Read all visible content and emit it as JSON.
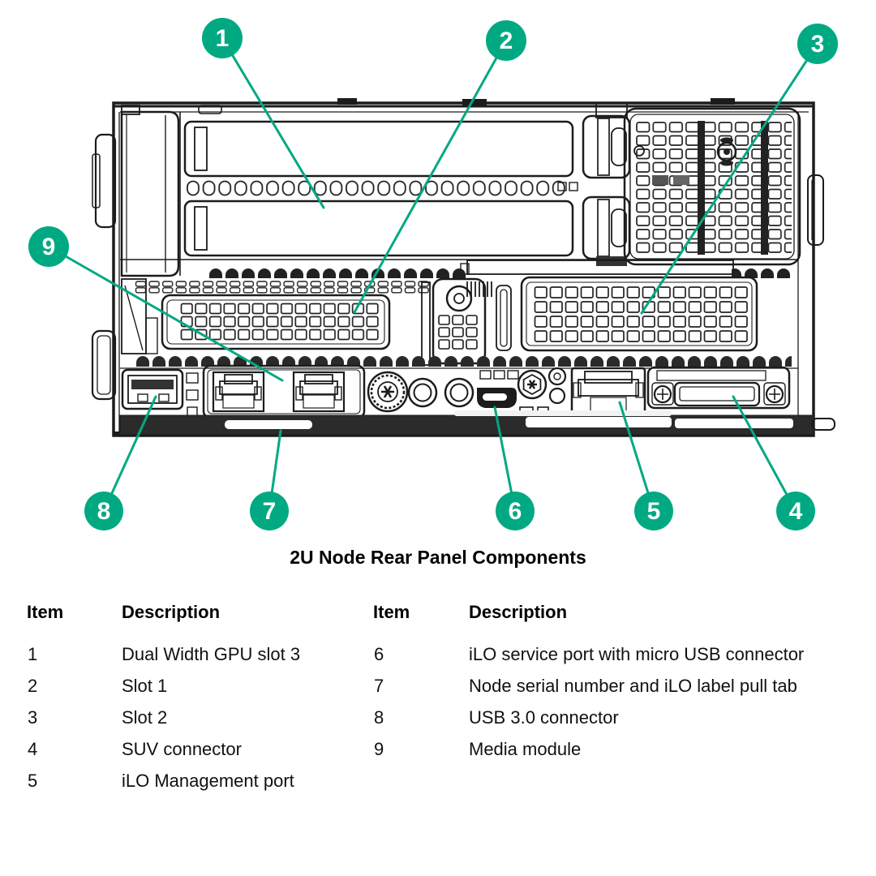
{
  "figure": {
    "title": "2U Node Rear Panel Components",
    "accent_color": "#01A982",
    "callouts": [
      "1",
      "2",
      "3",
      "4",
      "5",
      "6",
      "7",
      "8",
      "9"
    ]
  },
  "table": {
    "headers": {
      "item_left": "Item",
      "desc_left": "Description",
      "item_right": "Item",
      "desc_right": "Description"
    },
    "left_rows": [
      {
        "item": "1",
        "desc": "Dual Width GPU slot 3"
      },
      {
        "item": "2",
        "desc": "Slot 1"
      },
      {
        "item": "3",
        "desc": "Slot 2"
      },
      {
        "item": "4",
        "desc": "SUV connector"
      },
      {
        "item": "5",
        "desc": "iLO Management port"
      }
    ],
    "right_rows": [
      {
        "item": "6",
        "desc": "iLO service port with micro USB connector"
      },
      {
        "item": "7",
        "desc": "Node serial number and iLO label pull tab"
      },
      {
        "item": "8",
        "desc": "USB 3.0 connector"
      },
      {
        "item": "9",
        "desc": "Media module"
      }
    ]
  }
}
